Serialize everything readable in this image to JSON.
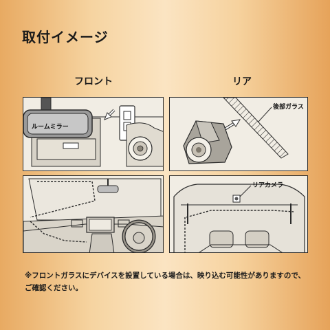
{
  "title": "取付イメージ",
  "labels": {
    "front": "フロント",
    "rear": "リア"
  },
  "panels": {
    "front_top": {
      "mirror_label": "ルームミラー"
    },
    "rear_top": {
      "glass_label": "後部ガラス"
    },
    "rear_bottom": {
      "camera_label": "リアカメラ"
    }
  },
  "note": "※フロントガラスにデバイスを設置している場合は、映り込む可能性がありますので、ご確認ください。"
}
